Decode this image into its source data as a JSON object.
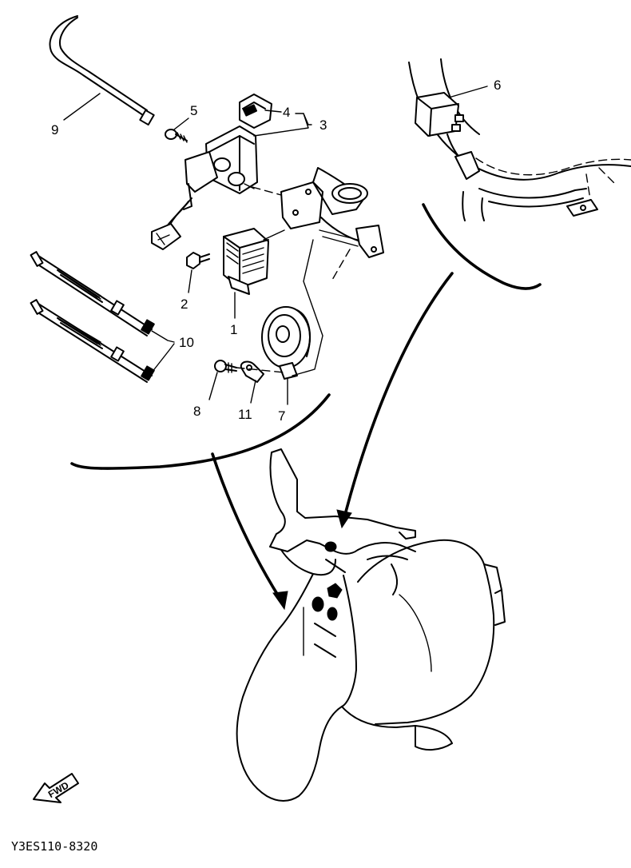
{
  "diagram": {
    "drawing_code": "Y3ES110-8320",
    "fwd_label": "FWD",
    "callouts": {
      "c1": "1",
      "c2": "2",
      "c3": "3",
      "c4": "4",
      "c5": "5",
      "c6": "6",
      "c7": "7",
      "c8": "8",
      "c9": "9",
      "c10": "10",
      "c11": "11"
    }
  }
}
